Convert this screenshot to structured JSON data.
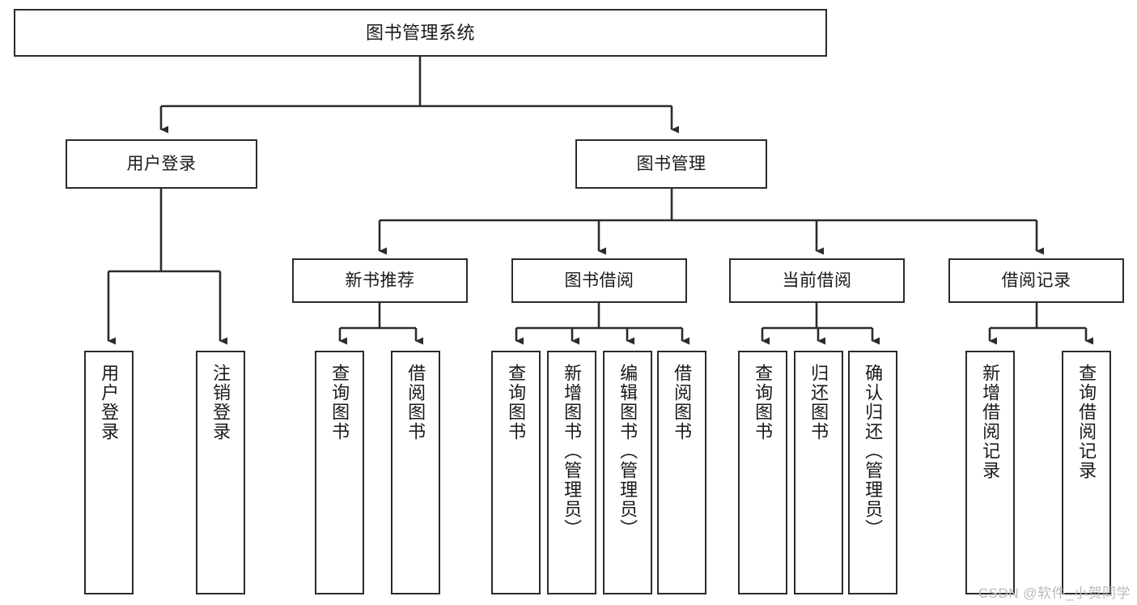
{
  "diagram": {
    "title": "图书管理系统",
    "type": "tree-hierarchy-chart",
    "colors": {
      "box_border": "#2b2b2b",
      "box_fill": "#ffffff",
      "line": "#2b2b2b",
      "text": "#1a1a1a",
      "watermark": "#b9b9b9"
    },
    "root": {
      "label": "图书管理系统"
    },
    "level2": [
      {
        "label": "用户登录"
      },
      {
        "label": "图书管理"
      }
    ],
    "level3": [
      {
        "label": "新书推荐"
      },
      {
        "label": "图书借阅"
      },
      {
        "label": "当前借阅"
      },
      {
        "label": "借阅记录"
      }
    ],
    "leaves": {
      "user_login": [
        {
          "label": "用户登录"
        },
        {
          "label": "注销登录"
        }
      ],
      "new_book_recommend": [
        {
          "label": "查询图书"
        },
        {
          "label": "借阅图书"
        }
      ],
      "book_borrow": [
        {
          "label": "查询图书"
        },
        {
          "label": "新增图书（管理员）"
        },
        {
          "label": "编辑图书（管理员）"
        },
        {
          "label": "借阅图书"
        }
      ],
      "current_borrow": [
        {
          "label": "查询图书"
        },
        {
          "label": "归还图书"
        },
        {
          "label": "确认归还（管理员）"
        }
      ],
      "borrow_record": [
        {
          "label": "新增借阅记录"
        },
        {
          "label": "查询借阅记录"
        }
      ]
    },
    "watermark": "CSDN @软件_小贺同学"
  }
}
